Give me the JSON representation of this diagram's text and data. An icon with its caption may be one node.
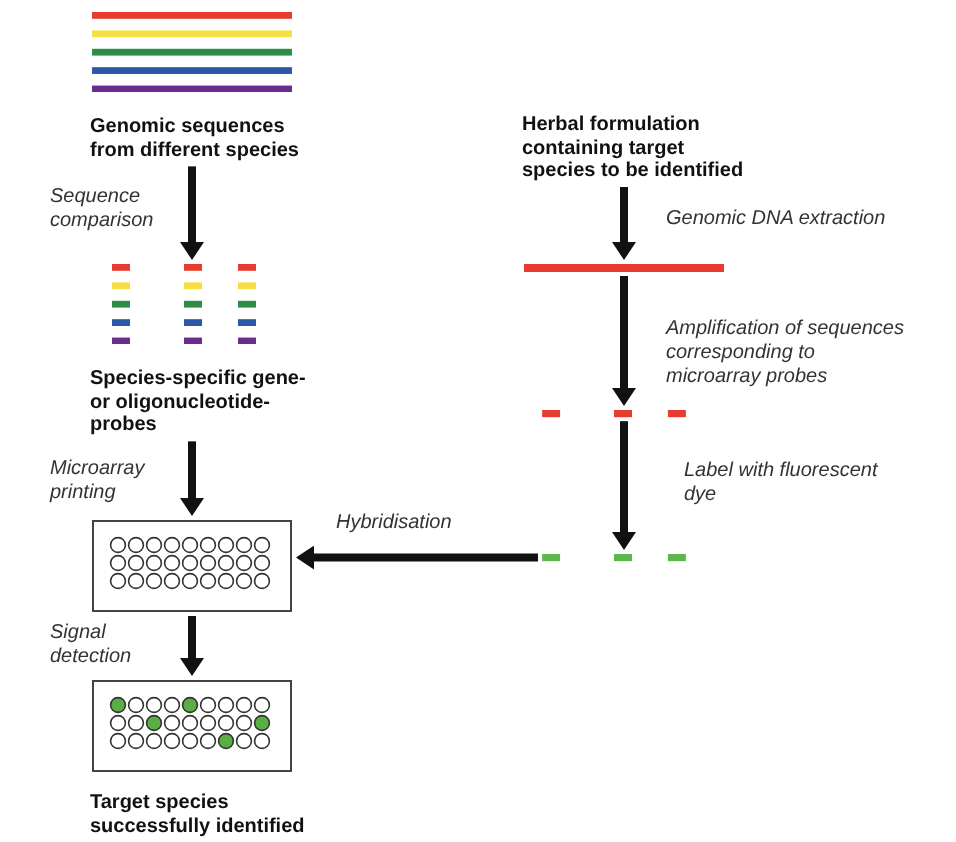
{
  "diagram": {
    "nodes": [
      {
        "text": [
          "Genomic sequences from different species"
        ]
      },
      {
        "text": [
          "Species-specific gene- or oligonucleotide-probes"
        ]
      },
      {
        "text": [],
        "shape": "box"
      },
      {
        "text": [
          "Target species successfully identified"
        ]
      },
      {
        "text": [
          "Herbal formulation containing target species to be identified"
        ]
      },
      {
        "text": [],
        "shape": "bar"
      },
      {
        "text": [],
        "shape": "bar"
      },
      {
        "text": [],
        "shape": "bar"
      }
    ],
    "edges": [
      {
        "from": 0,
        "to": 1,
        "arrow": "to",
        "label": "Sequence comparison"
      },
      {
        "from": 1,
        "to": 2,
        "arrow": "to",
        "label": "Microarray printing"
      },
      {
        "from": 2,
        "to": 3,
        "arrow": "to",
        "label": "Signal detection"
      },
      {
        "from": 4,
        "to": 5,
        "arrow": "to",
        "label": "Genomic DNA extraction"
      },
      {
        "from": 5,
        "to": 6,
        "arrow": "to",
        "label": "Amplification of sequences corresponding to microarray probes"
      },
      {
        "from": 6,
        "to": 7,
        "arrow": "to",
        "label": "Label with fluorescent dye"
      },
      {
        "from": 7,
        "to": 2,
        "arrow": "to",
        "label": "Hybridisation"
      }
    ]
  }
}
